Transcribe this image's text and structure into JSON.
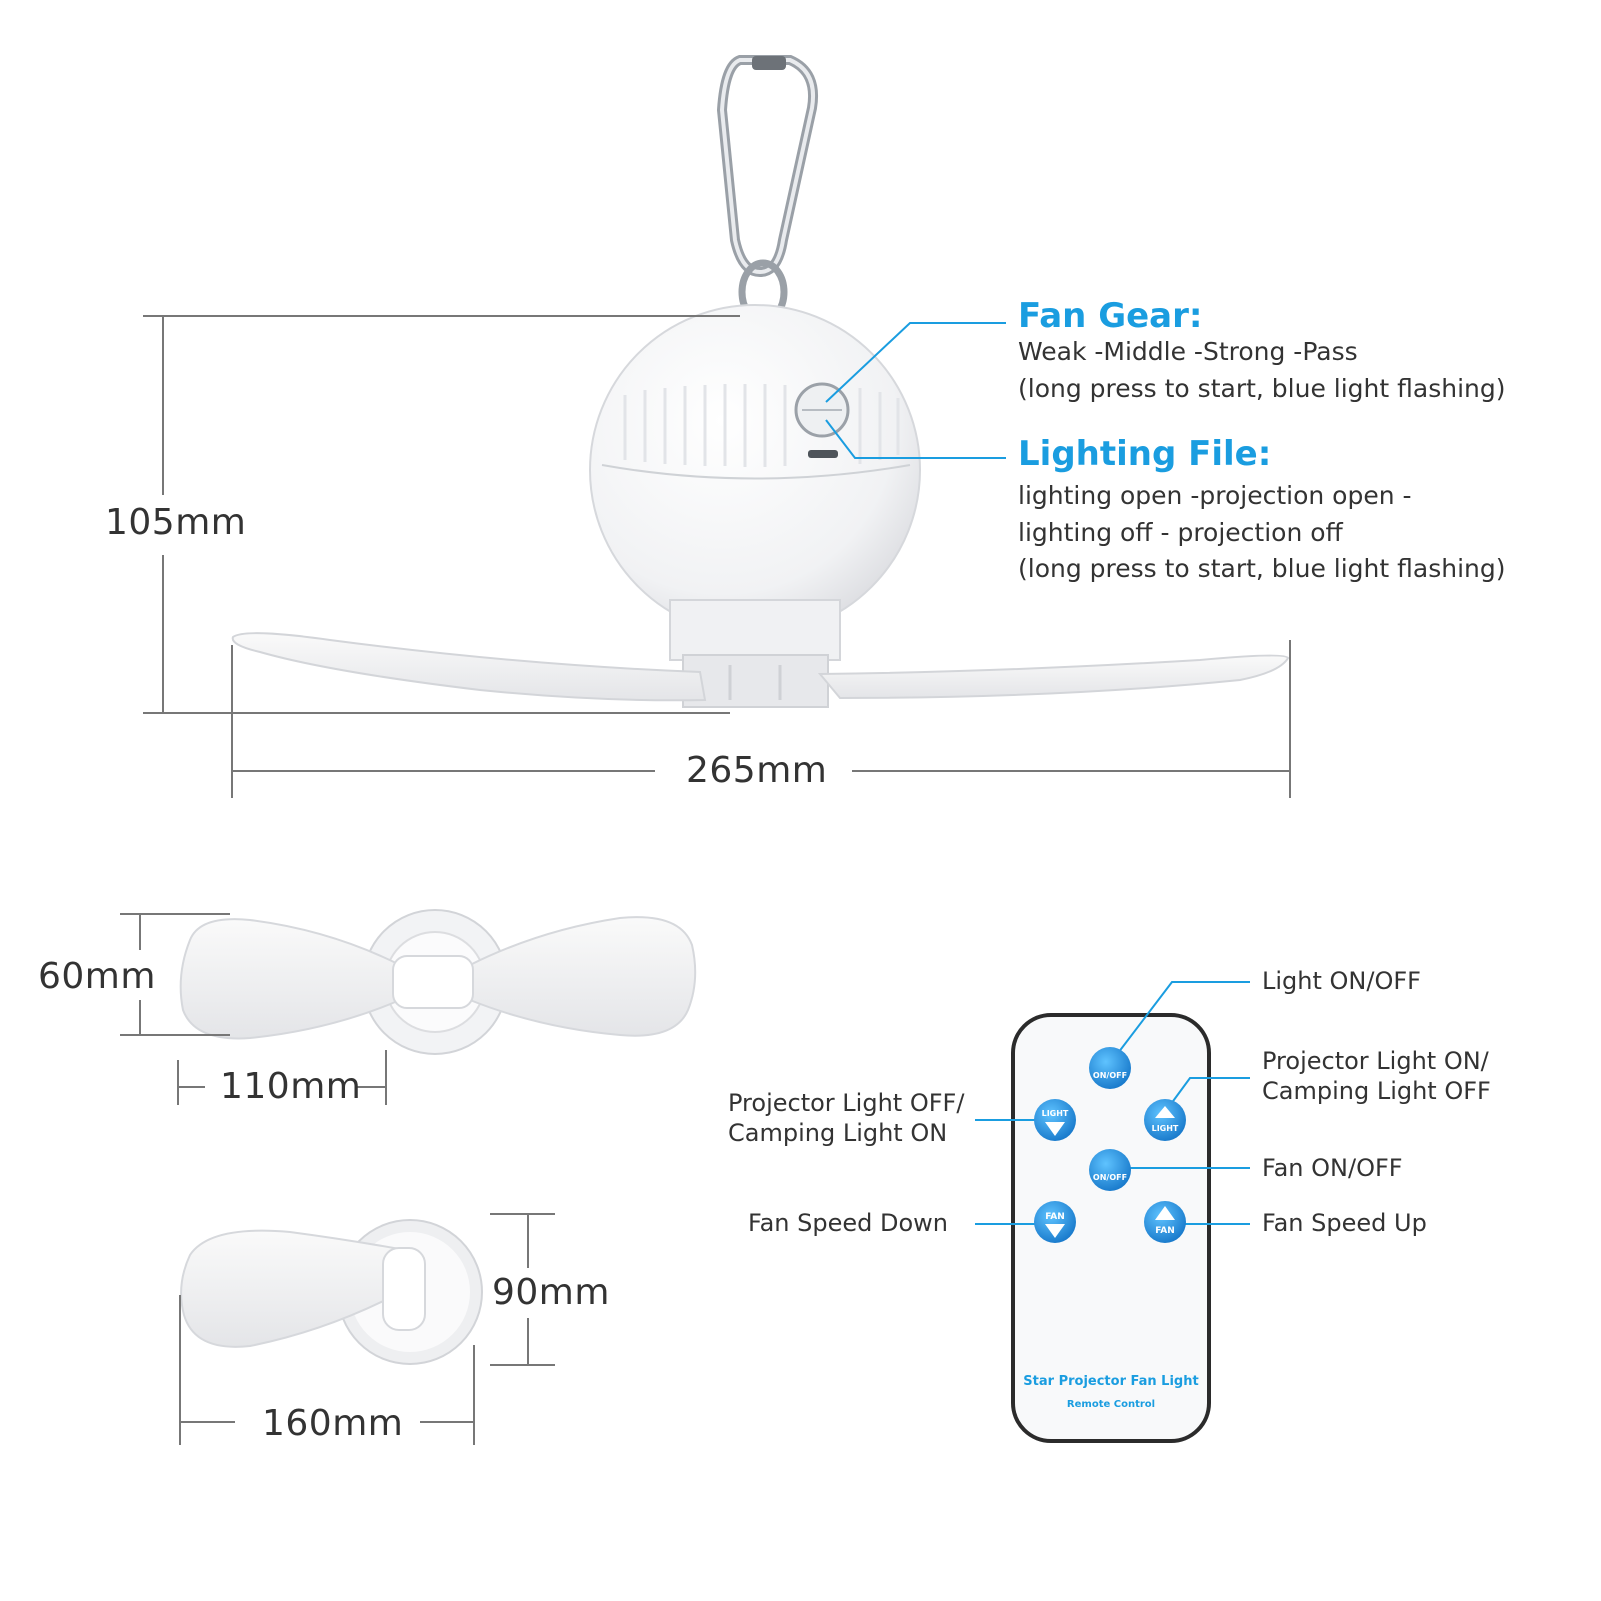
{
  "dimensions": {
    "height_main": "105mm",
    "width_main": "265mm",
    "height_top": "60mm",
    "width_top": "110mm",
    "height_side": "90mm",
    "width_side": "160mm"
  },
  "fan_gear": {
    "title": "Fan Gear:",
    "line1": "Weak -Middle -Strong -Pass",
    "line2": "(long press to start, blue light flashing)"
  },
  "lighting_file": {
    "title": "Lighting File:",
    "line1": "lighting open -projection open -",
    "line2": "lighting off - projection off",
    "line3": "(long press to start, blue light flashing)"
  },
  "remote": {
    "labels": {
      "light_on_off": "Light ON/OFF",
      "projector_on_1": "Projector Light ON/",
      "projector_on_2": "Camping Light OFF",
      "projector_off_1": "Projector Light OFF/",
      "projector_off_2": "Camping Light ON",
      "fan_on_off": "Fan ON/OFF",
      "fan_speed_down": "Fan Speed Down",
      "fan_speed_up": "Fan Speed Up"
    },
    "buttons": {
      "light_power": "ON/OFF",
      "light_up": "LIGHT",
      "light_down": "LIGHT",
      "fan_power": "ON/OFF",
      "fan_down": "FAN",
      "fan_up": "FAN"
    },
    "brand": "Star Projector Fan Light",
    "subtitle": "Remote Control"
  },
  "colors": {
    "accent": "#1a9de0",
    "dim_line": "#777777",
    "button_blue": "#1e90d8"
  }
}
